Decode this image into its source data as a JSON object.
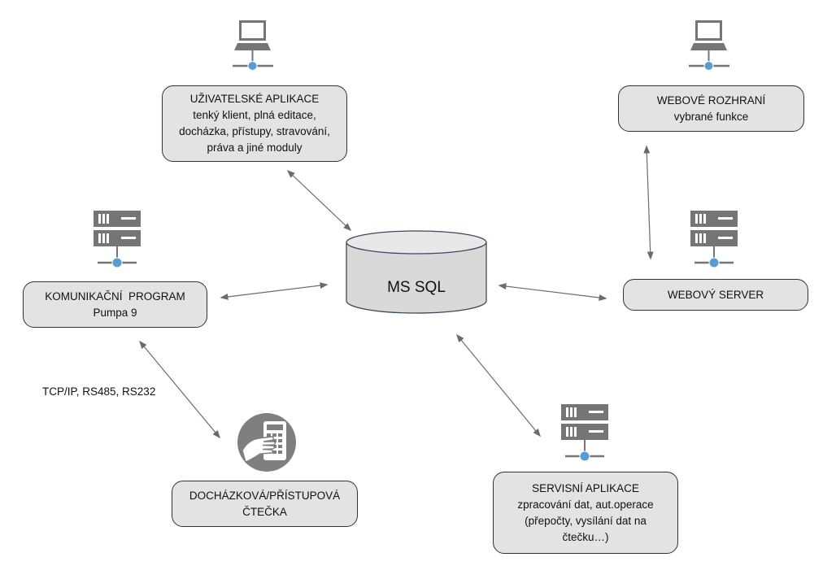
{
  "colors": {
    "box_fill": "#e3e3e3",
    "box_border": "#333333",
    "icon_gray": "#757575",
    "network_node": "#5b9bd5",
    "arrow": "#6b6b6b",
    "db_fill": "#d9d9d9",
    "db_top": "#e8e8e8"
  },
  "database": {
    "label": "MS SQL",
    "icon": "database-cylinder"
  },
  "nodes": {
    "user_apps": {
      "icon": "laptop-network-icon",
      "lines": [
        "UŽIVATELSKÉ APLIKACE",
        "tenký klient, plná editace,",
        "docházka, přístupy, stravování,",
        "práva a jiné moduly"
      ]
    },
    "web_ui": {
      "icon": "laptop-network-icon",
      "lines": [
        "WEBOVÉ ROZHRANÍ",
        "vybrané funkce"
      ]
    },
    "comm_program": {
      "icon": "server-network-icon",
      "lines": [
        "KOMUNIKAČNÍ  PROGRAM",
        "Pumpa 9"
      ]
    },
    "web_server": {
      "icon": "server-network-icon",
      "lines": [
        "WEBOVÝ SERVER"
      ]
    },
    "reader": {
      "icon": "hand-keypad-reader-icon",
      "lines": [
        "DOCHÁZKOVÁ/PŘÍSTUPOVÁ",
        "ČTEČKA"
      ]
    },
    "service_apps": {
      "icon": "server-network-icon",
      "lines": [
        "SERVISNÍ APLIKACE",
        "zpracování dat, aut.operace",
        "(přepočty, vysílání dat na",
        "čtečku…)"
      ]
    }
  },
  "link_label": "TCP/IP, RS485, RS232"
}
